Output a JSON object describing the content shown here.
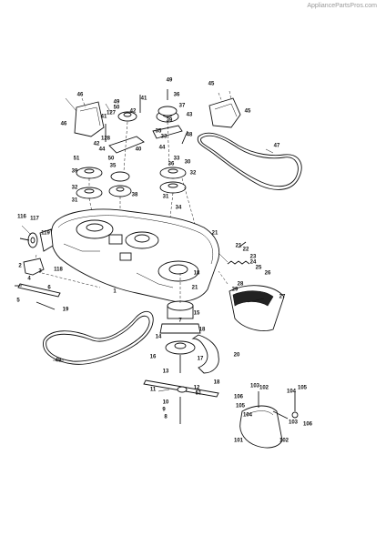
{
  "watermark": "AppliancePartsPros.com",
  "callouts": [
    {
      "id": "c46a",
      "text": "46"
    },
    {
      "id": "c46b",
      "text": "46"
    },
    {
      "id": "c45",
      "text": "45"
    },
    {
      "id": "c45b",
      "text": "45"
    },
    {
      "id": "c47",
      "text": "47"
    },
    {
      "id": "c49a",
      "text": "49"
    },
    {
      "id": "c49b",
      "text": "49"
    },
    {
      "id": "c41a",
      "text": "41"
    },
    {
      "id": "c41b",
      "text": "41"
    },
    {
      "id": "c36",
      "text": "36"
    },
    {
      "id": "c50a",
      "text": "50"
    },
    {
      "id": "c127",
      "text": "127"
    },
    {
      "id": "c37",
      "text": "37"
    },
    {
      "id": "c42a",
      "text": "42"
    },
    {
      "id": "c43",
      "text": "43"
    },
    {
      "id": "c39a",
      "text": "39"
    },
    {
      "id": "c35a",
      "text": "35"
    },
    {
      "id": "c33a",
      "text": "33"
    },
    {
      "id": "c128",
      "text": "128"
    },
    {
      "id": "c42b",
      "text": "42"
    },
    {
      "id": "c44a",
      "text": "44"
    },
    {
      "id": "c50b",
      "text": "50"
    },
    {
      "id": "c40",
      "text": "40"
    },
    {
      "id": "c44b",
      "text": "44"
    },
    {
      "id": "c48",
      "text": "48"
    },
    {
      "id": "c51",
      "text": "51"
    },
    {
      "id": "c33b",
      "text": "33"
    },
    {
      "id": "c36b",
      "text": "36"
    },
    {
      "id": "c30",
      "text": "30"
    },
    {
      "id": "c35b",
      "text": "35"
    },
    {
      "id": "c39b",
      "text": "39"
    },
    {
      "id": "c32a",
      "text": "32"
    },
    {
      "id": "c32b",
      "text": "32"
    },
    {
      "id": "c31a",
      "text": "31"
    },
    {
      "id": "c38",
      "text": "38"
    },
    {
      "id": "c31b",
      "text": "31"
    },
    {
      "id": "c34",
      "text": "34"
    },
    {
      "id": "c116",
      "text": "116"
    },
    {
      "id": "c117",
      "text": "117"
    },
    {
      "id": "c119",
      "text": "119"
    },
    {
      "id": "c118",
      "text": "118"
    },
    {
      "id": "c2",
      "text": "2"
    },
    {
      "id": "c3",
      "text": "3"
    },
    {
      "id": "c4",
      "text": "4"
    },
    {
      "id": "c5",
      "text": "5"
    },
    {
      "id": "c6",
      "text": "6"
    },
    {
      "id": "c19",
      "text": "19"
    },
    {
      "id": "c1",
      "text": "1"
    },
    {
      "id": "c18a",
      "text": "18"
    },
    {
      "id": "c21a",
      "text": "21"
    },
    {
      "id": "c21b",
      "text": "21"
    },
    {
      "id": "c21c",
      "text": "21"
    },
    {
      "id": "c22",
      "text": "22"
    },
    {
      "id": "c23",
      "text": "23"
    },
    {
      "id": "c24",
      "text": "24"
    },
    {
      "id": "c25",
      "text": "25"
    },
    {
      "id": "c26",
      "text": "26"
    },
    {
      "id": "c28",
      "text": "28"
    },
    {
      "id": "c29",
      "text": "29"
    },
    {
      "id": "c27",
      "text": "27"
    },
    {
      "id": "c15",
      "text": "15"
    },
    {
      "id": "c7",
      "text": "7"
    },
    {
      "id": "c14",
      "text": "14"
    },
    {
      "id": "c18b",
      "text": "18"
    },
    {
      "id": "c20",
      "text": "20"
    },
    {
      "id": "c16",
      "text": "16"
    },
    {
      "id": "c17",
      "text": "17"
    },
    {
      "id": "c13",
      "text": "13"
    },
    {
      "id": "c11",
      "text": "11"
    },
    {
      "id": "c12",
      "text": "12"
    },
    {
      "id": "c51b",
      "text": "51"
    },
    {
      "id": "c18c",
      "text": "18"
    },
    {
      "id": "c10",
      "text": "10"
    },
    {
      "id": "c9",
      "text": "9"
    },
    {
      "id": "c8",
      "text": "8"
    },
    {
      "id": "c43b",
      "text": "48"
    },
    {
      "id": "c103",
      "text": "103"
    },
    {
      "id": "c102a",
      "text": "102"
    },
    {
      "id": "c104a",
      "text": "104"
    },
    {
      "id": "c105a",
      "text": "105"
    },
    {
      "id": "c106a",
      "text": "106"
    },
    {
      "id": "c105b",
      "text": "105"
    },
    {
      "id": "c104b",
      "text": "104"
    },
    {
      "id": "c103b",
      "text": "103"
    },
    {
      "id": "c106b",
      "text": "106"
    },
    {
      "id": "c101",
      "text": "101"
    },
    {
      "id": "c102b",
      "text": "102"
    }
  ]
}
